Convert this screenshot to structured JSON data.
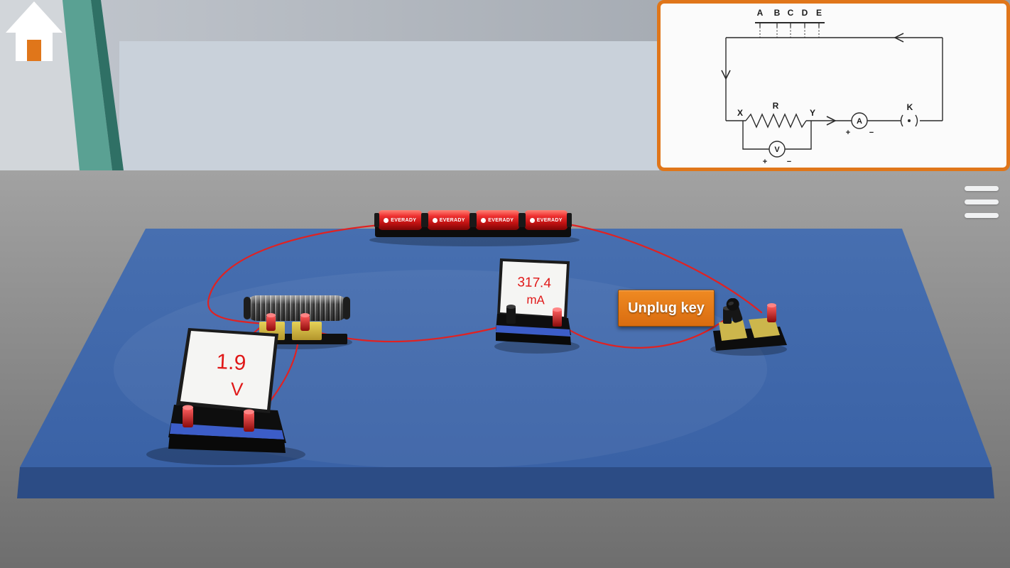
{
  "icons": {
    "home": "home-icon",
    "menu": "hamburger-menu-icon"
  },
  "controls": {
    "unplug_key_label": "Unplug key"
  },
  "instruments": {
    "voltmeter": {
      "value": "1.9",
      "unit": "V"
    },
    "ammeter": {
      "value": "317.4",
      "unit": "mA"
    }
  },
  "battery_pack": {
    "cells": [
      {
        "label": "EVERADY"
      },
      {
        "label": "EVERADY"
      },
      {
        "label": "EVERADY"
      },
      {
        "label": "EVERADY"
      }
    ]
  },
  "circuit_panel": {
    "taps": [
      "A",
      "B",
      "C",
      "D",
      "E"
    ],
    "node_x": "X",
    "resistor_label": "R",
    "node_y": "Y",
    "ammeter_label": "A",
    "key_label": "K",
    "voltmeter_label": "V",
    "plus": "+",
    "minus": "−"
  },
  "colors": {
    "accent_orange": "#e0761a",
    "table_blue": "#3e6cae",
    "wire_red": "#e02222",
    "pillar_teal": "#5aa193",
    "battery_red": "#d01818"
  }
}
